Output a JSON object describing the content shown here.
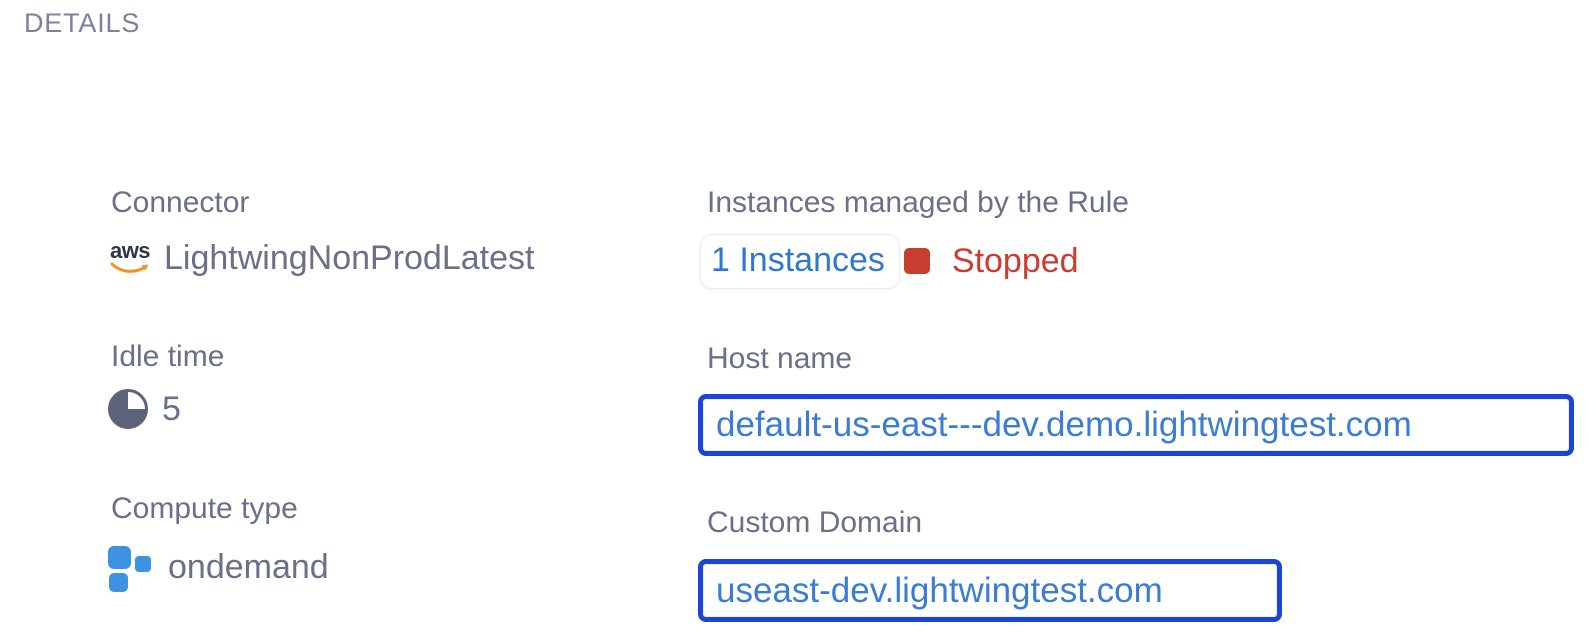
{
  "panel": {
    "title": "DETAILS"
  },
  "fields": {
    "connector": {
      "label": "Connector",
      "value": "LightwingNonProdLatest",
      "provider_logo_text": "aws"
    },
    "instances": {
      "label": "Instances managed by the Rule",
      "count_label": "1 Instances",
      "status": "Stopped"
    },
    "idle_time": {
      "label": "Idle time",
      "value": "5"
    },
    "host_name": {
      "label": "Host name",
      "value": "default-us-east---dev.demo.lightwingtest.com"
    },
    "compute_type": {
      "label": "Compute type",
      "value": "ondemand"
    },
    "custom_domain": {
      "label": "Custom Domain",
      "value": "useast-dev.lightwingtest.com"
    }
  },
  "colors": {
    "label_gray": "#6a7088",
    "title_gray": "#7c819c",
    "link_blue": "#2e78d2",
    "domain_text_blue": "#3b7cd5",
    "focus_border_blue": "#1d44d8",
    "status_red": "#cf3b30",
    "status_square_red": "#c63e32",
    "compute_icon_blue": "#3d93e2",
    "idle_icon_slate": "#5c6379",
    "aws_navy": "#2b3648",
    "aws_orange": "#f29324"
  }
}
